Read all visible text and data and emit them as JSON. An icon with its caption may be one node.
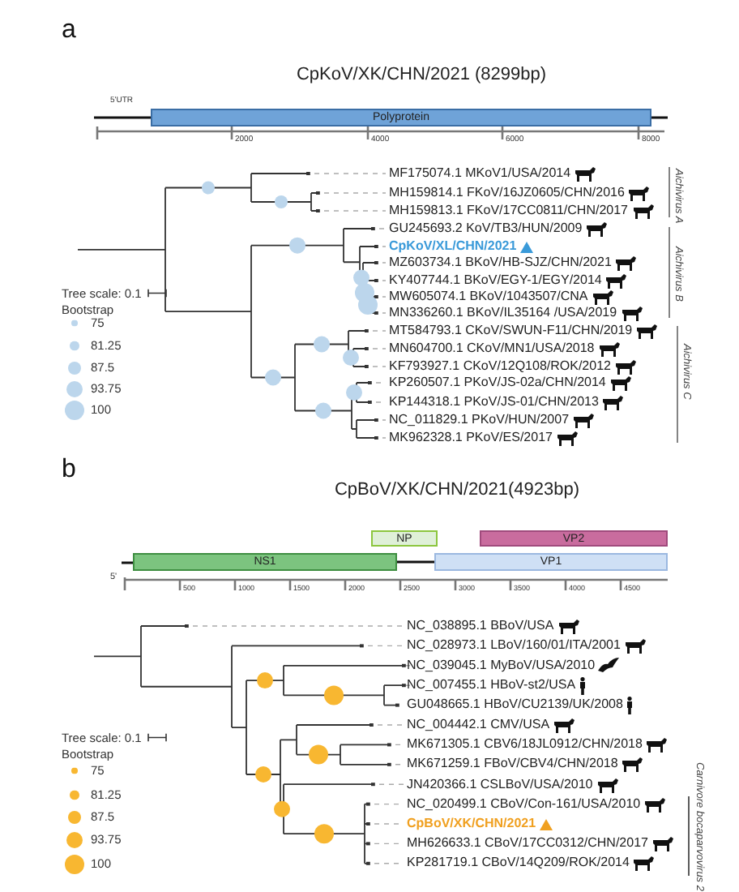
{
  "diagram": {
    "nodes": [
      {
        "text": [
          "Polyprotein"
        ]
      },
      {
        "text": [
          "NP"
        ]
      },
      {
        "text": [
          "VP2"
        ]
      },
      {
        "text": [
          "NS1"
        ]
      },
      {
        "text": [
          "VP1"
        ]
      }
    ],
    "edges": [
      {
        "from": 3,
        "to": 4,
        "arrow": "none"
      }
    ],
    "labels": [
      "a",
      "CpKoV/XK/CHN/2021 (8299bp)",
      "5'UTR",
      "2000",
      "4000",
      "6000",
      "8000",
      "MF175074.1 MKoV1/USA/2014",
      "MH159814.1 FKoV/16JZ0605/CHN/2016",
      "MH159813.1 FKoV/17CC0811/CHN/2017",
      "GU245693.2 KoV/TB3/HUN/2009",
      "CpKoV/XL/CHN/2021",
      "MZ603734.1 BKoV/HB-SJZ/CHN/2021",
      "KY407744.1 BKoV/EGY-1/EGY/2014",
      "MW605074.1 BKoV/1043507/CNA",
      "MN336260.1 BKoV/IL35164 /USA/2019",
      "MT584793.1 CKoV/SWUN-F11/CHN/2019",
      "MN604700.1 CKoV/MN1/USA/2018",
      "KF793927.1 CKoV/12Q108/ROK/2012",
      "KP260507.1 PKoV/JS-02a/CHN/2014",
      "KP144318.1 PKoV/JS-01/CHN/2013",
      "NC_011829.1 PKoV/HUN/2007",
      "MK962328.1 PKoV/ES/2017",
      "Aichivirus A",
      "Aichivirus B",
      "Aichivirus C",
      "Tree scale: 0.1",
      "Bootstrap",
      "b",
      "CpBoV/XK/CHN/2021(4923bp)",
      "5'",
      "500",
      "1000",
      "1500",
      "2000",
      "2500",
      "3000",
      "3500",
      "4000",
      "4500",
      "NC_038895.1 BBoV/USA",
      "NC_028973.1 LBoV/160/01/ITA/2001",
      "NC_039045.1 MyBoV/USA/2010",
      "NC_007455.1 HBoV-st2/USA",
      "GU048665.1 HBoV/CU2139/UK/2008",
      "NC_004442.1 CMV/USA",
      "MK671305.1 CBV6/18JL0912/CHN/2018",
      "MK671259.1 FBoV/CBV4/CHN/2018",
      "JN420366.1 CSLBoV/USA/2010",
      "NC_020499.1 CBoV/Con-161/USA/2010",
      "CpBoV/XK/CHN/2021",
      "MH626633.1 CBoV/17CC0312/CHN/2017",
      "KP281719.1 CBoV/14Q209/ROK/2014",
      "Carnivore bocaparvovirus 2",
      "Tree scale: 0.1",
      "Bootstrap"
    ],
    "legend": [
      {
        "text": "75",
        "color": "#bcd6ec"
      },
      {
        "text": "81.25",
        "color": "#bcd6ec"
      },
      {
        "text": "87.5",
        "color": "#bcd6ec"
      },
      {
        "text": "93.75",
        "color": "#bcd6ec"
      },
      {
        "text": "100",
        "color": "#bcd6ec"
      },
      {
        "text": "75",
        "color": "#f8b731"
      },
      {
        "text": "81.25",
        "color": "#f8b731"
      },
      {
        "text": "87.5",
        "color": "#f8b731"
      },
      {
        "text": "93.75",
        "color": "#f8b731"
      },
      {
        "text": "100",
        "color": "#f8b731"
      }
    ]
  }
}
